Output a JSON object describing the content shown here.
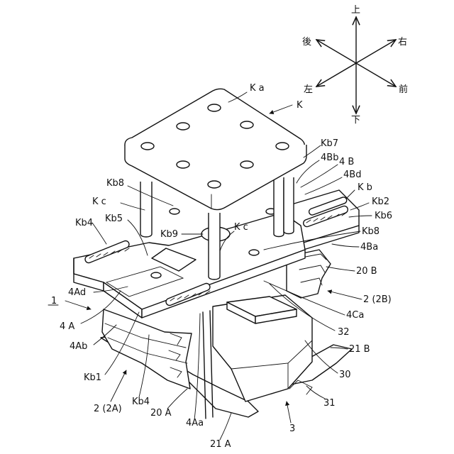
{
  "directions": {
    "up": "上",
    "down": "下",
    "left": "左",
    "right": "右",
    "front": "前",
    "back": "後"
  },
  "labels": {
    "Ka": "K a",
    "K": "K",
    "Kb7": "Kb7",
    "4Bb": "4Bb",
    "4B": "4 B",
    "4Bd": "4Bd",
    "Kb": "K b",
    "Kb2": "Kb2",
    "Kb6": "Kb6",
    "Kb8_top": "Kb8",
    "Kc_left": "K c",
    "Kb5": "Kb5",
    "Kb4_left": "Kb4",
    "Kb9": "Kb9",
    "Kc_mid": "K c",
    "Kb8_right": "Kb8",
    "4Ba": "4Ba",
    "20B": "20 B",
    "1": "1",
    "4Ad": "4Ad",
    "2_2B": "2 (2B)",
    "4A": "4 A",
    "4Ca": "4Ca",
    "32": "32",
    "4Ab": "4Ab",
    "21B": "21 B",
    "Kb1": "Kb1",
    "30": "30",
    "2_2A": "2 (2A)",
    "Kb4_bottom": "Kb4",
    "20A": "20 A",
    "31": "31",
    "4Aa": "4Aa",
    "3": "3",
    "21A": "21 A"
  }
}
